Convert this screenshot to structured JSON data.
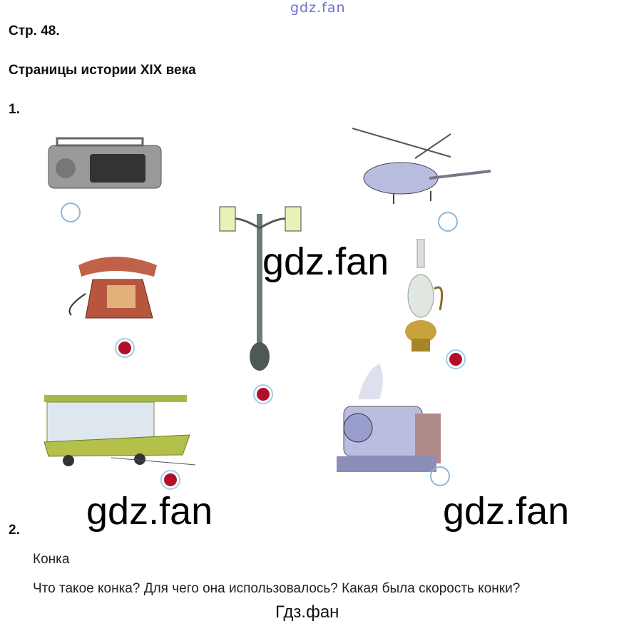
{
  "watermark_top": "gdz.fan",
  "page_ref": "Стр. 48.",
  "title": "Страницы истории XIX века",
  "task1": "1.",
  "watermarks": [
    "gdz.fan",
    "gdz.fan",
    "gdz.fan"
  ],
  "task2": "2.",
  "topic": "Конка",
  "question": "Что такое конка? Для чего она использовалось? Какая была скорость конки?",
  "footer": "Гдз.фан",
  "items": [
    {
      "icon": "radio-cassette-icon",
      "selected": false
    },
    {
      "icon": "helicopter-icon",
      "selected": false
    },
    {
      "icon": "telephone-icon",
      "selected": true
    },
    {
      "icon": "street-lamp-icon",
      "selected": true
    },
    {
      "icon": "oil-lamp-icon",
      "selected": true
    },
    {
      "icon": "horse-tram-icon",
      "selected": true
    },
    {
      "icon": "steam-locomotive-icon",
      "selected": false
    }
  ],
  "colors": {
    "mark": "#b0102a",
    "ring": "#8bb7dc"
  }
}
